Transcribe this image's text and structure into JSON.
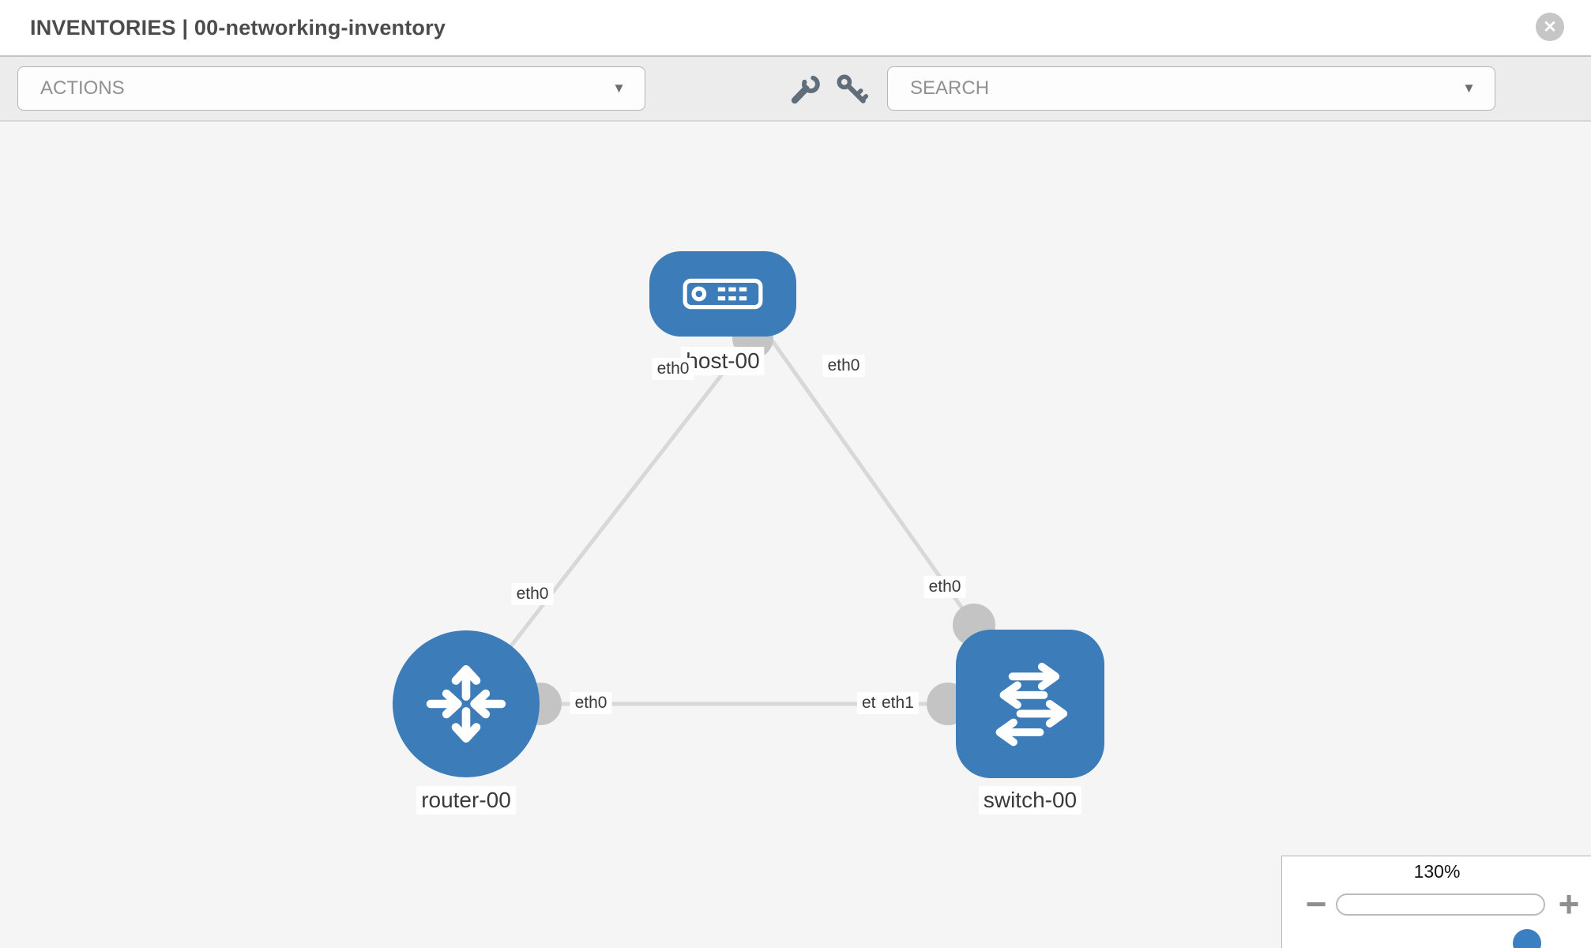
{
  "header": {
    "title": "INVENTORIES | 00-networking-inventory"
  },
  "toolbar": {
    "actions_label": "ACTIONS",
    "search_label": "SEARCH"
  },
  "icons": {
    "close": "✕",
    "caret_down": "▼",
    "minus": "−",
    "plus": "+",
    "wrench": "wrench-icon",
    "key": "key-icon"
  },
  "topology": {
    "nodes": [
      {
        "name": "host-00",
        "type": "host"
      },
      {
        "name": "router-00",
        "type": "router"
      },
      {
        "name": "switch-00",
        "type": "switch"
      }
    ],
    "links": [
      {
        "from": "host-00",
        "from_interface": "eth0",
        "to": "router-00",
        "to_interface": "eth0"
      },
      {
        "from": "host-00",
        "from_interface": "eth0",
        "to": "switch-00",
        "to_interface": "eth0"
      },
      {
        "from": "router-00",
        "from_interface": "eth0",
        "to": "switch-00",
        "to_interface": "eth1"
      }
    ],
    "interface_labels": {
      "host_left": "eth0",
      "host_right": "eth0",
      "link_host_router_mid": "eth0",
      "link_host_switch_mid": "eth0",
      "link_router_switch_left": "eth0",
      "link_router_switch_right_back": "eth0",
      "link_router_switch_right_front": "eth1"
    }
  },
  "zoom_control": {
    "level": "130%"
  },
  "colors": {
    "node_blue": "#3b7cb9",
    "accent_blue": "#3a7fc1",
    "link_gray": "#d8d8d8",
    "port_gray": "#c4c4c4",
    "toolbar_gray": "#ececec",
    "canvas_gray": "#f5f5f6"
  }
}
